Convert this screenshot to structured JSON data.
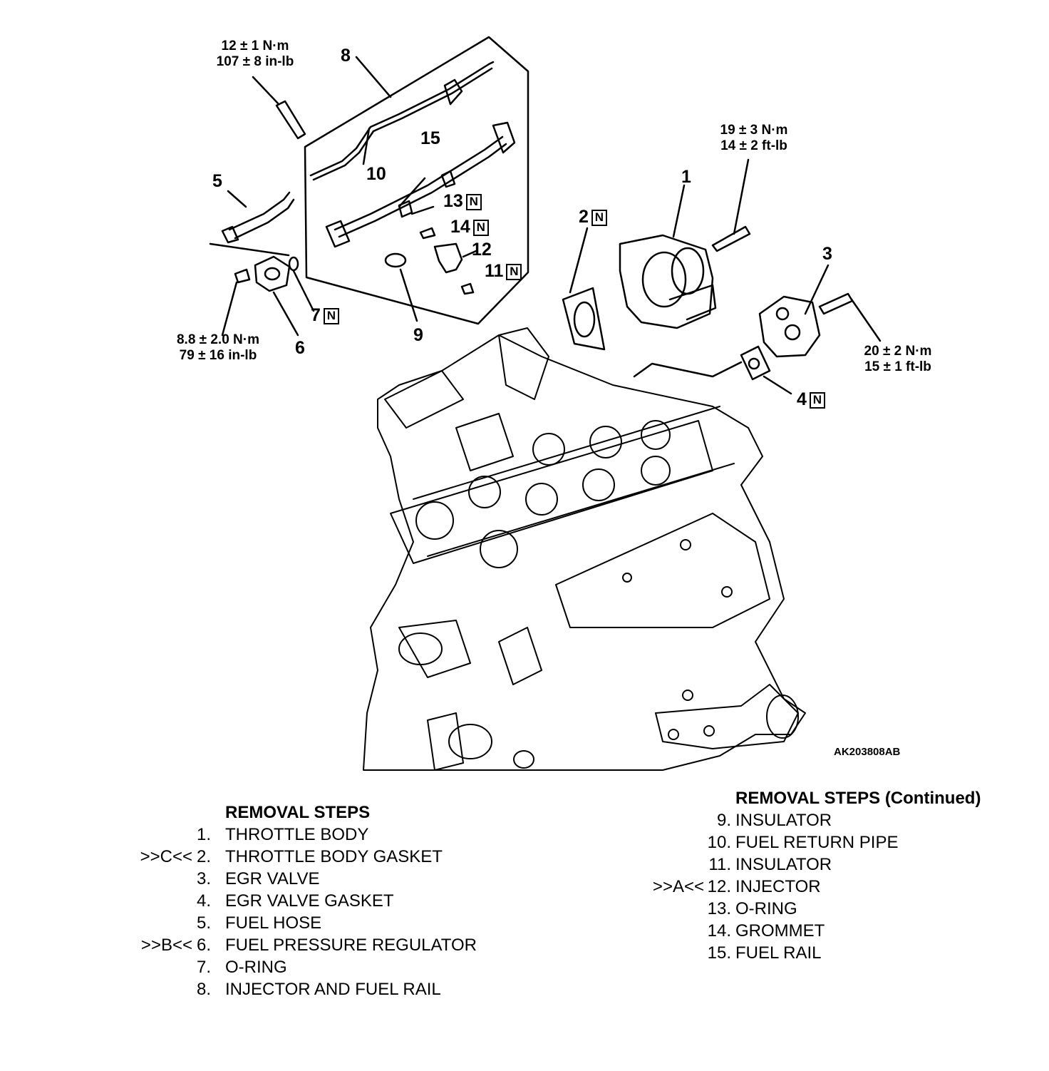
{
  "figure_code": "AK203808AB",
  "torque_specs": {
    "t1": {
      "metric": "12 ± 1 N·m",
      "imperial": "107 ± 8 in-lb"
    },
    "t2": {
      "metric": "19 ± 3 N·m",
      "imperial": "14 ± 2 ft-lb"
    },
    "t3": {
      "metric": "8.8 ± 2.0 N·m",
      "imperial": "79 ± 16 in-lb"
    },
    "t4": {
      "metric": "20 ± 2 N·m",
      "imperial": "15 ± 1 ft-lb"
    }
  },
  "callouts": {
    "c1": "1",
    "c2": "2",
    "c3": "3",
    "c4": "4",
    "c5": "5",
    "c6": "6",
    "c7": "7",
    "c8": "8",
    "c9": "9",
    "c10": "10",
    "c11": "11",
    "c12": "12",
    "c13": "13",
    "c14": "14",
    "c15": "15",
    "new_part_mark": "N"
  },
  "removal_steps_left": {
    "heading": "REMOVAL STEPS",
    "items": [
      {
        "mark": "",
        "num": "1.",
        "name": "THROTTLE BODY"
      },
      {
        "mark": ">>C<<",
        "num": "2.",
        "name": "THROTTLE BODY GASKET"
      },
      {
        "mark": "",
        "num": "3.",
        "name": "EGR VALVE"
      },
      {
        "mark": "",
        "num": "4.",
        "name": "EGR VALVE GASKET"
      },
      {
        "mark": "",
        "num": "5.",
        "name": "FUEL HOSE"
      },
      {
        "mark": ">>B<<",
        "num": "6.",
        "name": "FUEL PRESSURE REGULATOR"
      },
      {
        "mark": "",
        "num": "7.",
        "name": "O-RING"
      },
      {
        "mark": "",
        "num": "8.",
        "name": "INJECTOR AND FUEL RAIL"
      }
    ]
  },
  "removal_steps_right": {
    "heading": "REMOVAL STEPS (Continued)",
    "items": [
      {
        "mark": "",
        "num": "9.",
        "name": "INSULATOR"
      },
      {
        "mark": "",
        "num": "10.",
        "name": "FUEL RETURN PIPE"
      },
      {
        "mark": "",
        "num": "11.",
        "name": "INSULATOR"
      },
      {
        "mark": ">>A<<",
        "num": "12.",
        "name": "INJECTOR"
      },
      {
        "mark": "",
        "num": "13.",
        "name": "O-RING"
      },
      {
        "mark": "",
        "num": "14.",
        "name": "GROMMET"
      },
      {
        "mark": "",
        "num": "15.",
        "name": "FUEL RAIL"
      }
    ]
  }
}
